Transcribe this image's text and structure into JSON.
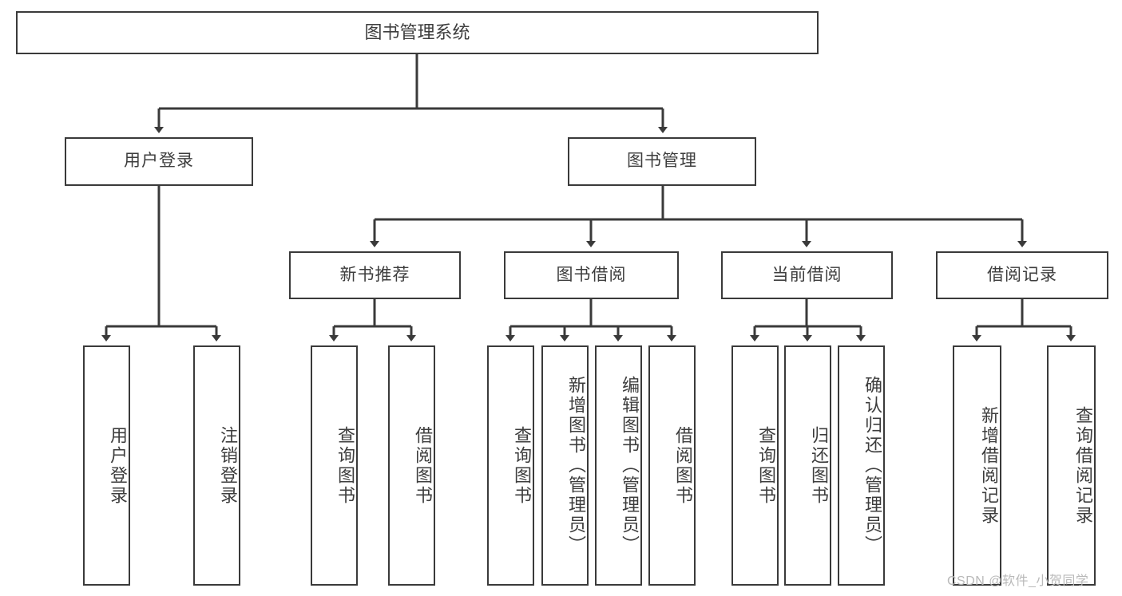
{
  "diagram": {
    "type": "hierarchy-tree",
    "title": "图书管理系统",
    "levels": 4,
    "root": {
      "label": "图书管理系统"
    },
    "level2": [
      {
        "label": "用户登录"
      },
      {
        "label": "图书管理"
      }
    ],
    "level3": [
      {
        "label": "新书推荐"
      },
      {
        "label": "图书借阅"
      },
      {
        "label": "当前借阅"
      },
      {
        "label": "借阅记录"
      }
    ],
    "leaves": {
      "user_login": [
        {
          "label": "用户登录"
        },
        {
          "label": "注销登录"
        }
      ],
      "new_book_recommend": [
        {
          "label": "查询图书"
        },
        {
          "label": "借阅图书"
        }
      ],
      "book_borrow": [
        {
          "label": "查询图书"
        },
        {
          "label": "新增图书（管理员）"
        },
        {
          "label": "编辑图书（管理员）"
        },
        {
          "label": "借阅图书"
        }
      ],
      "current_borrow": [
        {
          "label": "查询图书"
        },
        {
          "label": "归还图书"
        },
        {
          "label": "确认归还（管理员）"
        }
      ],
      "borrow_record": [
        {
          "label": "新增借阅记录"
        },
        {
          "label": "查询借阅记录"
        }
      ]
    }
  },
  "watermark": {
    "text": "CSDN @软件_小贺同学"
  },
  "colors": {
    "stroke": "#3a3a3a",
    "text": "#3d3d3d",
    "background": "#ffffff",
    "watermark": "#b9b9b9"
  }
}
